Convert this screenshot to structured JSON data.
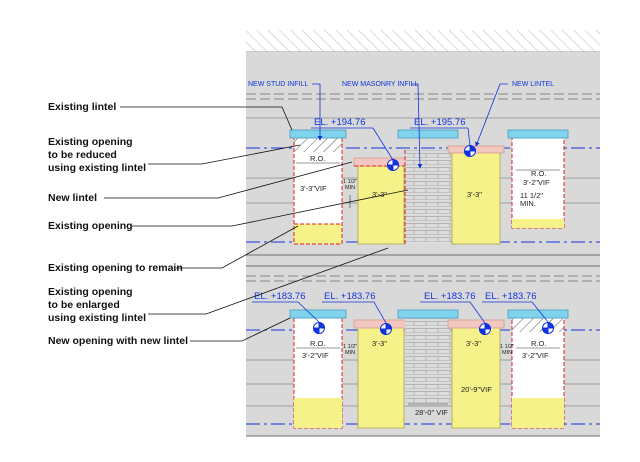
{
  "callouts": {
    "existing_lintel": "Existing lintel",
    "opening_reduced": [
      "Existing opening",
      "to be reduced",
      "using existing lintel"
    ],
    "new_lintel": "New lintel",
    "existing_opening": "Existing opening",
    "opening_remain": "Existing opening to remain",
    "opening_enlarged": [
      "Existing opening",
      "to be enlarged",
      "using existing lintel"
    ],
    "new_opening": "New opening with new lintel"
  },
  "labels": {
    "new_stud_infill": "NEW STUD INFILL",
    "new_masonry_infill": "NEW MASONRY INFILL",
    "new_lintel_tag": "NEW LINTEL"
  },
  "upper": {
    "elevations": [
      "EL. +194.76",
      "EL. +195.76"
    ],
    "ro": "R.O.",
    "dim_339": "3'-3\"VIF",
    "min_112": "1 1/2\"",
    "min": "MIN",
    "dim_33a": "3'-3\"",
    "dim_33b": "3'-3\"",
    "ro_right": "R.O.",
    "dim_32": "3'-2\"VIF",
    "dim_1112": "11 1/2\"",
    "minp": "MIN."
  },
  "lower": {
    "elevations": [
      "EL. +183.76",
      "EL. +183.76",
      "EL. +183.76",
      "EL. +183.76"
    ],
    "ro_left": "R.O.",
    "dim_32_left": "3'-2\"VIF",
    "min_112_left": "1 1/2\"",
    "min_left": "MIN",
    "dim_33a": "3'-3\"",
    "dim_33b": "3'-3\"",
    "min_112_right": "1 1/2\"",
    "min_right": "MIN",
    "ro_right": "R.O.",
    "dim_32_right": "3'-2\"VIF",
    "dim_209": "20'-9\"VIF",
    "dim_280": "28'-0\" VIF"
  },
  "colors": {
    "wall": "#d9d9d9",
    "lintel": "#7fd3ec",
    "infill": "#f6f28a",
    "annotation": "#1133dd",
    "cut": "#e02020"
  }
}
